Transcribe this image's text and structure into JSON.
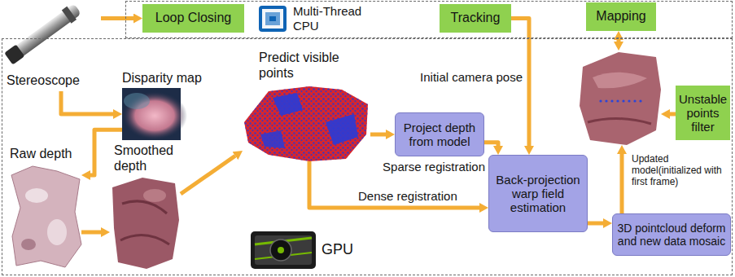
{
  "diagram": {
    "nodes": [
      {
        "text": [
          "Stereoscope"
        ]
      },
      {
        "text": [
          "Multi-Thread CPU"
        ]
      },
      {
        "text": [
          "Loop Closing"
        ],
        "in": 1
      },
      {
        "text": [
          "Tracking"
        ],
        "in": 1
      },
      {
        "text": [
          "Mapping"
        ],
        "in": 1
      },
      {
        "text": [
          "GPU"
        ]
      },
      {
        "text": [
          "Disparity map"
        ],
        "in": 5
      },
      {
        "text": [
          "Predict visible points"
        ],
        "in": 5
      },
      {
        "text": [
          "Project depth from model"
        ],
        "in": 5
      },
      {
        "text": [
          "Updated model(initialized with first frame)"
        ],
        "in": 5
      },
      {
        "text": [
          "Unstable points filter"
        ],
        "in": 5
      },
      {
        "text": [
          "Raw depth"
        ],
        "in": 5
      },
      {
        "text": [
          "Smoothed depth"
        ],
        "in": 5
      },
      {
        "text": [
          "Back-projection warp field estimation"
        ],
        "in": 5
      },
      {
        "text": [
          "3D pointcloud deform and new data mosaic"
        ],
        "in": 5
      }
    ],
    "edges": [
      {
        "from": 0,
        "to": 2,
        "arrow": "to"
      },
      {
        "from": 3,
        "to": 13,
        "arrow": "to",
        "label": "Initial camera pose"
      },
      {
        "from": 4,
        "to": 9,
        "arrow": "both"
      },
      {
        "from": 0,
        "to": 6,
        "arrow": "to"
      },
      {
        "from": 6,
        "to": 11,
        "arrow": "to"
      },
      {
        "from": 11,
        "to": 12,
        "arrow": "to"
      },
      {
        "from": 12,
        "to": 7,
        "arrow": "to"
      },
      {
        "from": 7,
        "to": 8,
        "arrow": "to"
      },
      {
        "from": 8,
        "to": 13,
        "arrow": "to",
        "label": "Sparse registration"
      },
      {
        "from": 7,
        "to": 13,
        "arrow": "to",
        "label": "Dense registration"
      },
      {
        "from": 13,
        "to": 14,
        "arrow": "to"
      },
      {
        "from": 14,
        "to": 9,
        "arrow": "to"
      },
      {
        "from": 10,
        "to": 9,
        "arrow": "to"
      }
    ]
  }
}
